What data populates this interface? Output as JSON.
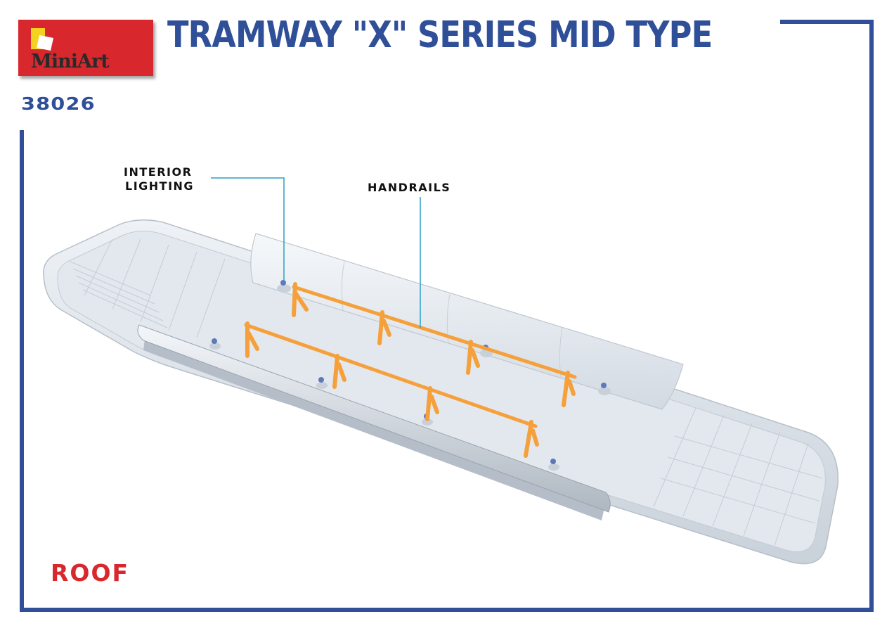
{
  "brand": {
    "logo_text": "MiniArt"
  },
  "header": {
    "title": "TRAMWAY \"X\" SERIES MID TYPE",
    "code": "38026"
  },
  "callouts": {
    "interior_lighting": [
      "INTERIOR",
      "LIGHTING"
    ],
    "handrails": "HANDRAILS"
  },
  "part_label": "ROOF",
  "colors": {
    "frame_blue": "#2f4f98",
    "brand_red": "#d9272e",
    "part_grey": "#dde3ea",
    "handrail_orange": "#f5a03a",
    "leader_cyan": "#2a9fc4"
  }
}
